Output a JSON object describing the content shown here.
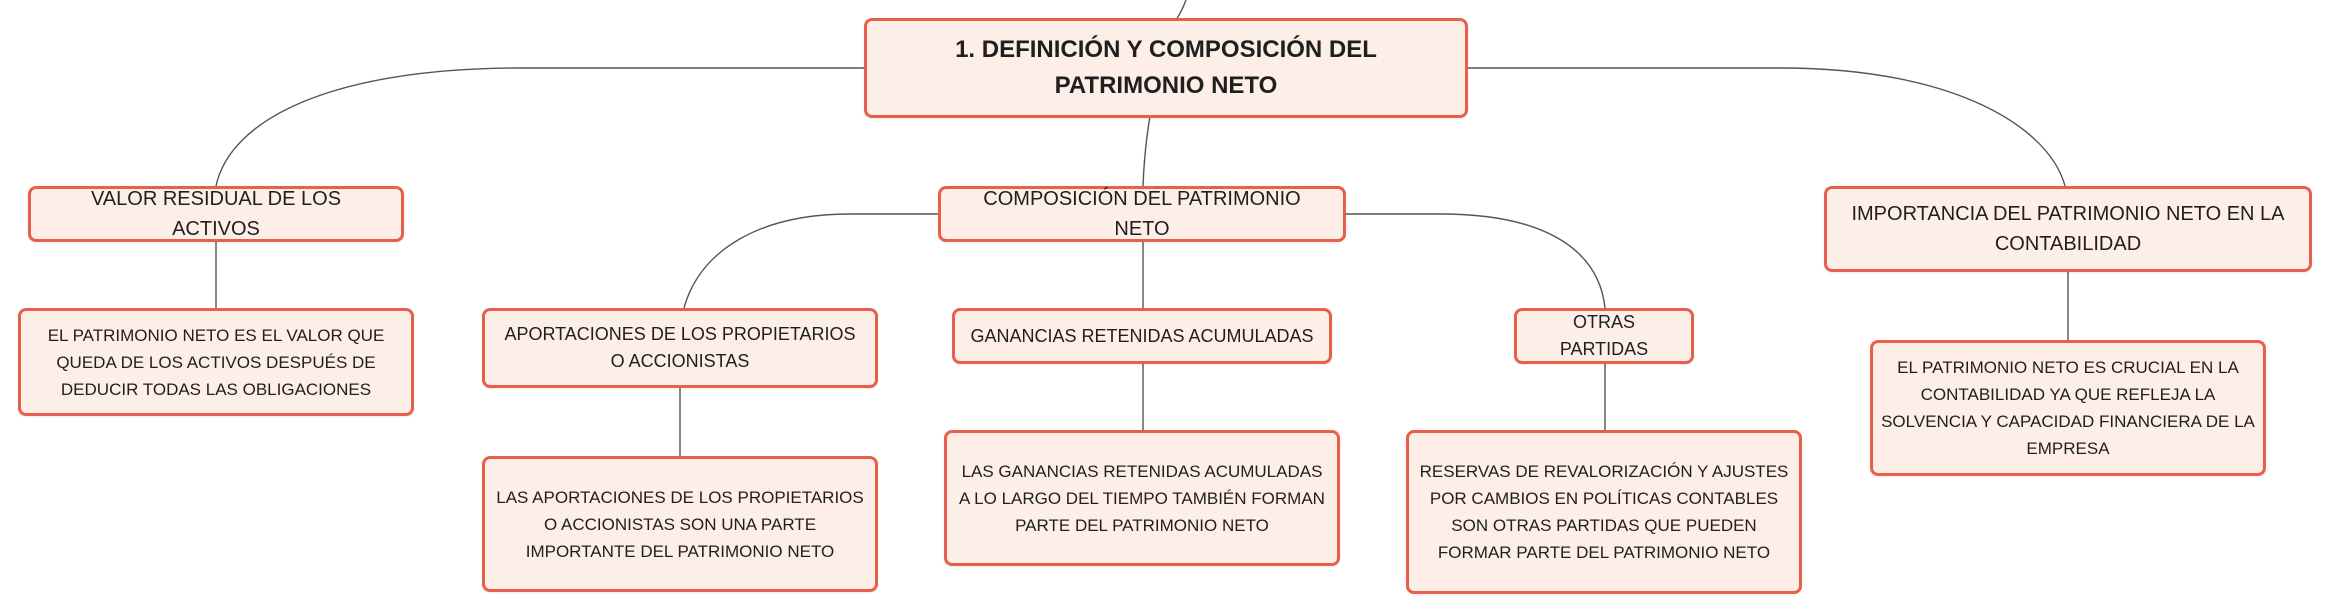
{
  "root": {
    "label": "1. DEFINICIÓN Y COMPOSICIÓN DEL PATRIMONIO NETO"
  },
  "branches": [
    {
      "label": "VALOR RESIDUAL DE LOS ACTIVOS",
      "detail": "EL PATRIMONIO NETO ES EL VALOR QUE QUEDA DE LOS ACTIVOS DESPUÉS DE DEDUCIR TODAS LAS OBLIGACIONES"
    },
    {
      "label": "COMPOSICIÓN DEL PATRIMONIO NETO",
      "children": [
        {
          "label": "APORTACIONES DE LOS PROPIETARIOS O ACCIONISTAS",
          "detail": "LAS APORTACIONES DE LOS PROPIETARIOS O ACCIONISTAS SON UNA PARTE IMPORTANTE DEL PATRIMONIO NETO"
        },
        {
          "label": "GANANCIAS RETENIDAS ACUMULADAS",
          "detail": "LAS GANANCIAS RETENIDAS ACUMULADAS A LO LARGO DEL TIEMPO TAMBIÉN FORMAN PARTE DEL PATRIMONIO NETO"
        },
        {
          "label": "OTRAS PARTIDAS",
          "detail": "RESERVAS DE REVALORIZACIÓN Y AJUSTES POR CAMBIOS EN POLÍTICAS CONTABLES SON OTRAS PARTIDAS QUE PUEDEN FORMAR PARTE DEL PATRIMONIO NETO"
        }
      ]
    },
    {
      "label": "IMPORTANCIA DEL PATRIMONIO NETO EN LA CONTABILIDAD",
      "detail": "EL PATRIMONIO NETO ES CRUCIAL EN LA CONTABILIDAD YA QUE REFLEJA LA SOLVENCIA Y CAPACIDAD FINANCIERA DE LA EMPRESA"
    }
  ],
  "colors": {
    "node_fill": "#fdeee8",
    "node_border": "#e8604c",
    "connector": "#555555"
  }
}
